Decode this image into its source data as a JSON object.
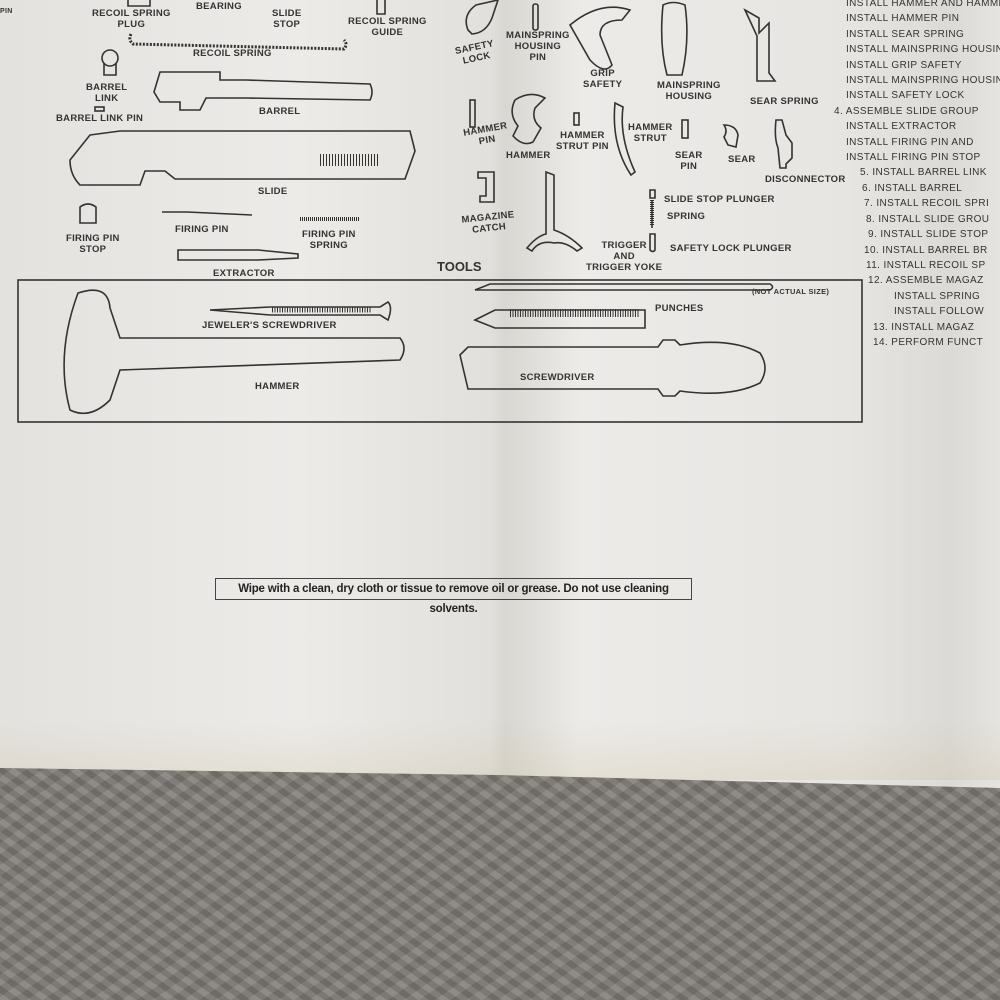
{
  "parts": {
    "pin": "PIN",
    "recoil_spring_plug": "RECOIL SPRING\nPLUG",
    "bearing": "BEARING",
    "slide_stop": "SLIDE\nSTOP",
    "recoil_spring_guide": "RECOIL SPRING\nGUIDE",
    "recoil_spring": "RECOIL SPRING",
    "barrel_link": "BARREL\nLINK",
    "barrel": "BARREL",
    "barrel_link_pin": "BARREL LINK PIN",
    "slide": "SLIDE",
    "firing_pin_stop": "FIRING PIN\nSTOP",
    "firing_pin": "FIRING PIN",
    "firing_pin_spring": "FIRING PIN\nSPRING",
    "extractor": "EXTRACTOR",
    "safety_lock": "SAFETY\nLOCK",
    "mainspring_housing_pin": "MAINSPRING\nHOUSING\nPIN",
    "grip_safety": "GRIP\nSAFETY",
    "mainspring_housing": "MAINSPRING\nHOUSING",
    "sear_spring": "SEAR SPRING",
    "hammer_pin": "HAMMER\nPIN",
    "hammer": "HAMMER",
    "hammer_strut_pin": "HAMMER\nSTRUT PIN",
    "hammer_strut": "HAMMER\nSTRUT",
    "sear_pin": "SEAR\nPIN",
    "sear": "SEAR",
    "disconnector": "DISCONNECTOR",
    "magazine_catch": "MAGAZINE\nCATCH",
    "trigger": "TRIGGER\nAND\nTRIGGER YOKE",
    "slide_stop_plunger": "SLIDE STOP PLUNGER",
    "spring": "SPRING",
    "safety_lock_plunger": "SAFETY LOCK PLUNGER"
  },
  "tools": {
    "title": "TOOLS",
    "note": "(NOT ACTUAL SIZE)",
    "jewelers_screwdriver": "JEWELER'S SCREWDRIVER",
    "punches": "PUNCHES",
    "hammer": "HAMMER",
    "screwdriver": "SCREWDRIVER"
  },
  "steps": [
    "INSTALL HAMMER AND HAMMER",
    "INSTALL HAMMER PIN",
    "INSTALL SEAR SPRING",
    "INSTALL MAINSPRING HOUSING",
    "INSTALL GRIP SAFETY",
    "INSTALL MAINSPRING HOUSING",
    "INSTALL SAFETY LOCK",
    "4. ASSEMBLE SLIDE GROUP",
    "INSTALL EXTRACTOR",
    "INSTALL FIRING PIN AND",
    "INSTALL FIRING PIN STOP",
    "5. INSTALL BARREL LINK",
    "6. INSTALL BARREL",
    "7. INSTALL RECOIL SPRI",
    "8. INSTALL SLIDE GROU",
    "9. INSTALL SLIDE STOP",
    "10. INSTALL BARREL BR",
    "11. INSTALL RECOIL SP",
    "12. ASSEMBLE MAGAZ",
    "INSTALL SPRING",
    "INSTALL FOLLOW",
    "13. INSTALL MAGAZ",
    "14. PERFORM FUNCT"
  ],
  "notice": "Wipe with a clean, dry cloth or tissue to remove oil or grease. Do not use cleaning solvents."
}
